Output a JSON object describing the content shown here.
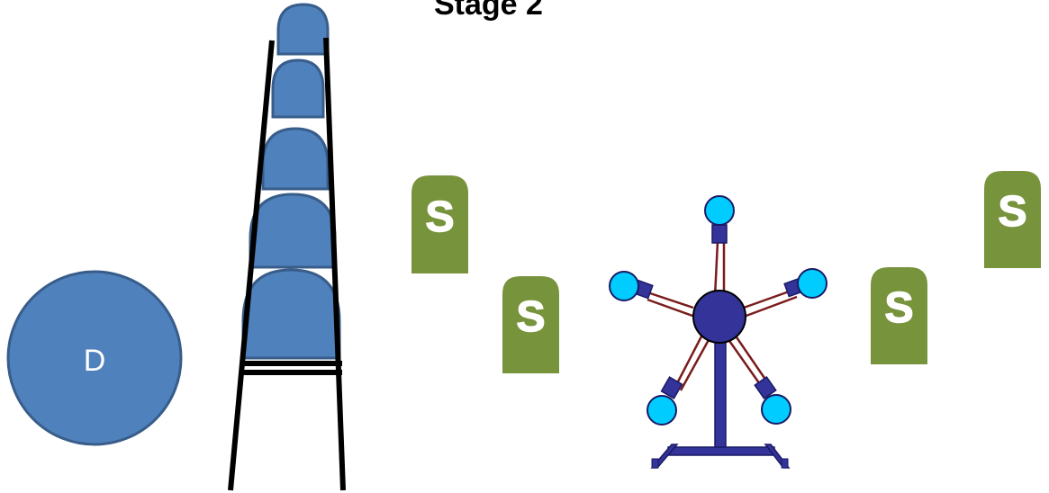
{
  "title": "Stage 2",
  "d_circle": {
    "label": "D",
    "fill": "#4f81bd",
    "stroke": "#385d8a",
    "text_color": "#ffffff"
  },
  "tower": {
    "stacked_shapes": 5,
    "shape_fill": "#4f81bd",
    "shape_stroke": "#385d8a",
    "frame_color": "#000000"
  },
  "s_blocks": {
    "letter": "S",
    "count": 4,
    "fill": "#77933c",
    "text_color": "#ffffff"
  },
  "star_device": {
    "hub_fill": "#333399",
    "arm_color": "#7a1c1c",
    "bulb_fill": "#00ccff",
    "connector_fill": "#333399",
    "stand_fill": "#333399",
    "arm_count": 5
  }
}
